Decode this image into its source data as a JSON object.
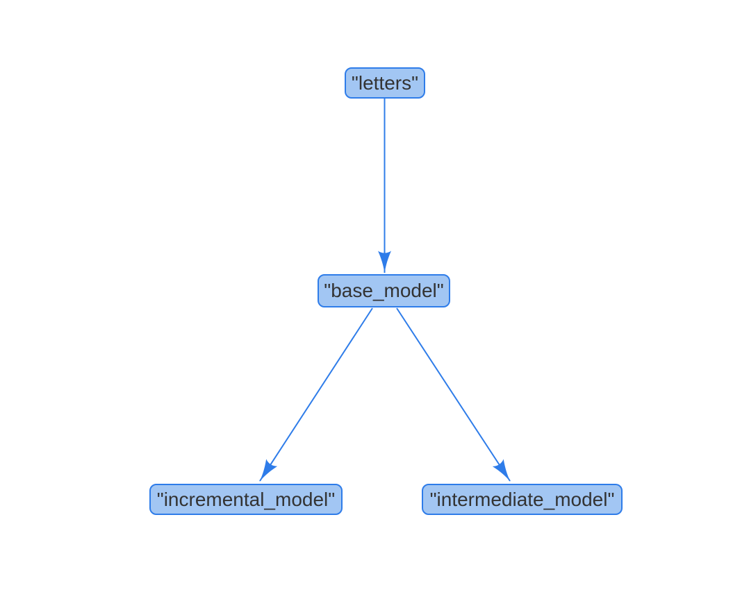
{
  "diagram": {
    "type": "dependency-graph",
    "direction": "top-down",
    "nodes": [
      {
        "id": "letters",
        "label": "\"letters\""
      },
      {
        "id": "base_model",
        "label": "\"base_model\""
      },
      {
        "id": "incremental_model",
        "label": "\"incremental_model\""
      },
      {
        "id": "intermediate_model",
        "label": "\"intermediate_model\""
      }
    ],
    "edges": [
      {
        "from": "letters",
        "to": "base_model"
      },
      {
        "from": "base_model",
        "to": "incremental_model"
      },
      {
        "from": "base_model",
        "to": "intermediate_model"
      }
    ]
  },
  "colors": {
    "background": "#ffffff",
    "node-fill": "#a2c6f3",
    "node-border": "#2e7ce9",
    "node-text": "#333333",
    "edge": "#2e7ce9"
  }
}
